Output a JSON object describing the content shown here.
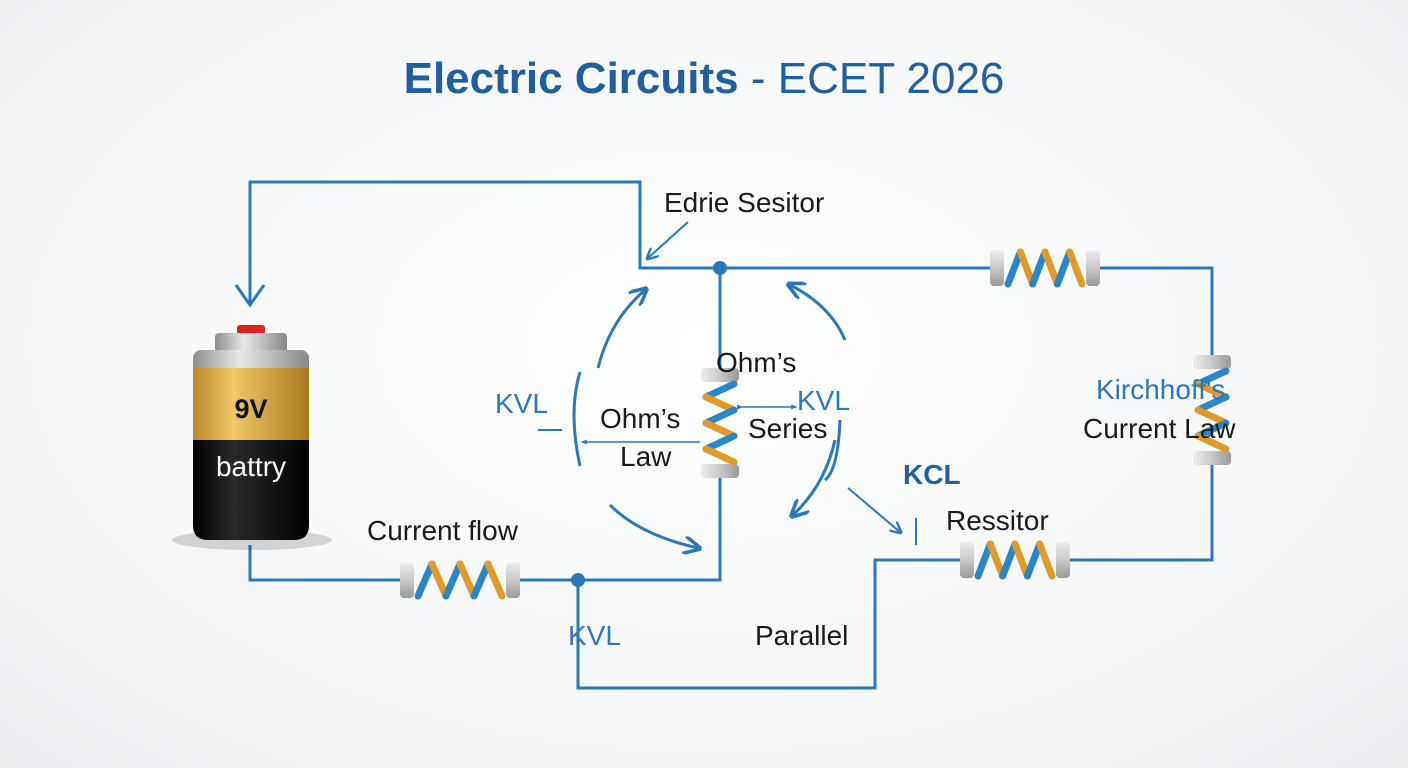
{
  "title": {
    "bold": "Electric Circuits",
    "rest": " - ECET 2026"
  },
  "battery": {
    "voltage": "9V",
    "label": "battry"
  },
  "labels": {
    "edrie_sesitor": "Edrie Sesitor",
    "kvl_left": "KVL",
    "ohms_top": "Ohm’s",
    "ohms_left": "Ohm’s",
    "law": "Law",
    "kvl_right": "KVL",
    "series": "Series",
    "kirchhoffs": "Kirchhoff's",
    "current_law": "Current Law",
    "kcl": "KCL",
    "ressitor": "Ressitor",
    "current_flow": "Current flow",
    "kvl_bottom": "KVL",
    "parallel": "Parallel"
  },
  "colors": {
    "wire": "#2b78b8",
    "title": "#1f5f9e",
    "text": "#1a1a1a",
    "coil_blue": "#2a86c8",
    "coil_orange": "#e09a2c",
    "battery_gold": "#d9a93c"
  }
}
